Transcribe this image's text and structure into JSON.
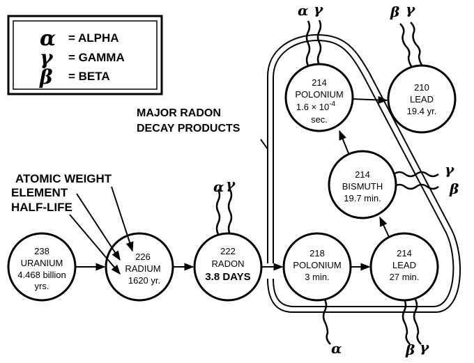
{
  "legend": {
    "items": [
      {
        "symbol": "α",
        "label": "= ALPHA"
      },
      {
        "symbol": "γ",
        "label": "= GAMMA"
      },
      {
        "symbol": "β",
        "label": "= BETA"
      }
    ]
  },
  "labels": {
    "atomic_weight": "ATOMIC WEIGHT",
    "element": "ELEMENT",
    "half_life": "HALF-LIFE",
    "major_line1": "MAJOR RADON",
    "major_line2": "DECAY PRODUCTS"
  },
  "nodes": {
    "uranium238": {
      "weight": "238",
      "element": "URANIUM",
      "half_life": "4.468 billion",
      "half_life2": "yrs."
    },
    "radium226": {
      "weight": "226",
      "element": "RADIUM",
      "half_life": "1620 yr."
    },
    "radon222": {
      "weight": "222",
      "element": "RADON",
      "half_life": "3.8 DAYS"
    },
    "polonium218": {
      "weight": "218",
      "element": "POLONIUM",
      "half_life": "3 min."
    },
    "lead214": {
      "weight": "214",
      "element": "LEAD",
      "half_life": "27 min."
    },
    "bismuth214": {
      "weight": "214",
      "element": "BISMUTH",
      "half_life": "19.7 min."
    },
    "polonium214": {
      "weight": "214",
      "element": "POLONIUM",
      "half_life": "1.6 × 10",
      "half_life_exp": "-4",
      "half_life2": "sec."
    },
    "lead210": {
      "weight": "210",
      "element": "LEAD",
      "half_life": "19.4 yr."
    }
  },
  "emissions": {
    "radon222": [
      "α",
      "γ"
    ],
    "polonium218": [
      "α"
    ],
    "lead214": [
      "β",
      "γ"
    ],
    "bismuth214": [
      "γ",
      "β"
    ],
    "polonium214": [
      "α",
      "γ"
    ],
    "lead210": [
      "β",
      "γ"
    ]
  },
  "decay_chain": [
    "uranium238",
    "radium226",
    "radon222",
    "polonium218",
    "lead214",
    "bismuth214",
    "polonium214",
    "lead210"
  ]
}
